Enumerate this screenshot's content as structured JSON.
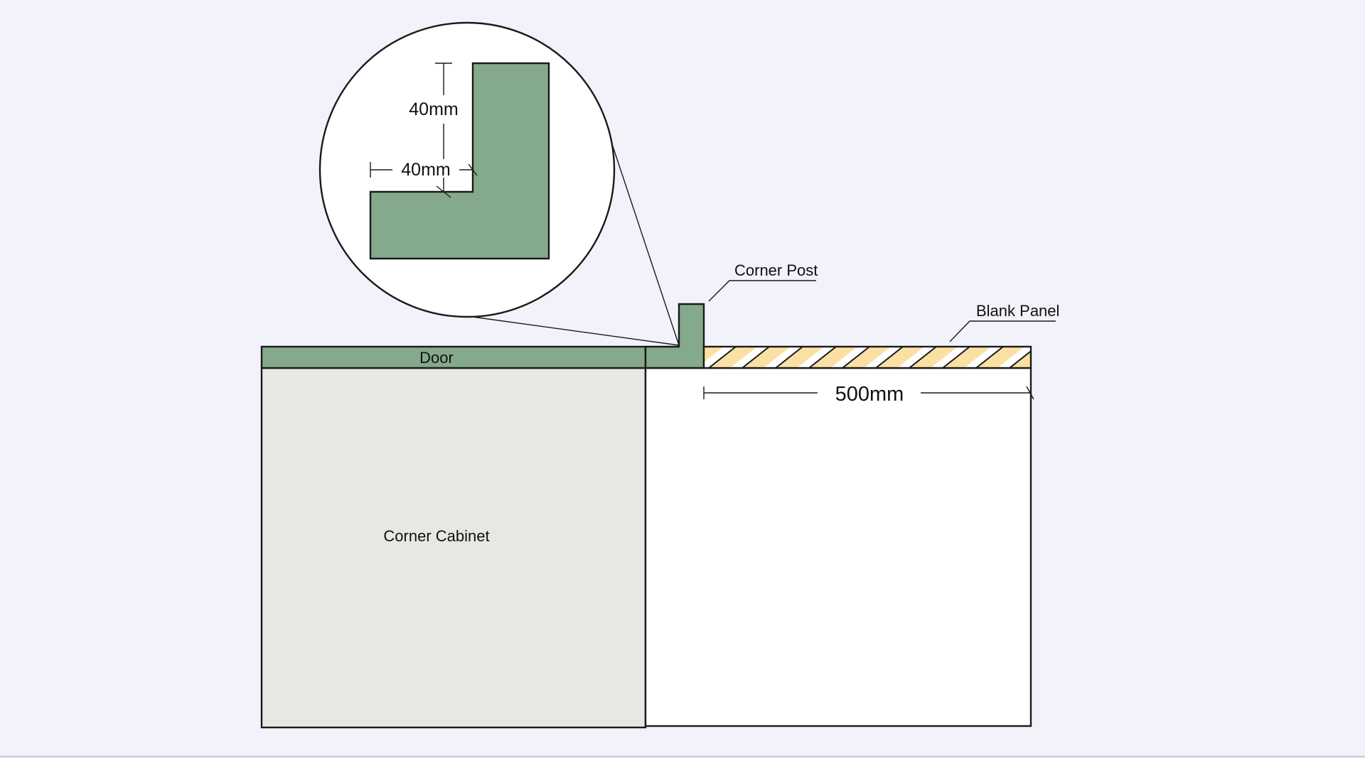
{
  "colors": {
    "background": "#f1f2fa",
    "green": "#85a98b",
    "cabinet_fill": "#e6e9e1",
    "hatch": "#fbe0a4",
    "white": "#ffffff",
    "line": "#1a1a1a"
  },
  "labels": {
    "door": "Door",
    "corner_post": "Corner Post",
    "blank_panel": "Blank Panel",
    "corner_cabinet": "Corner Cabinet",
    "panel_width": "500mm",
    "post_height": "40mm",
    "post_width": "40mm"
  }
}
